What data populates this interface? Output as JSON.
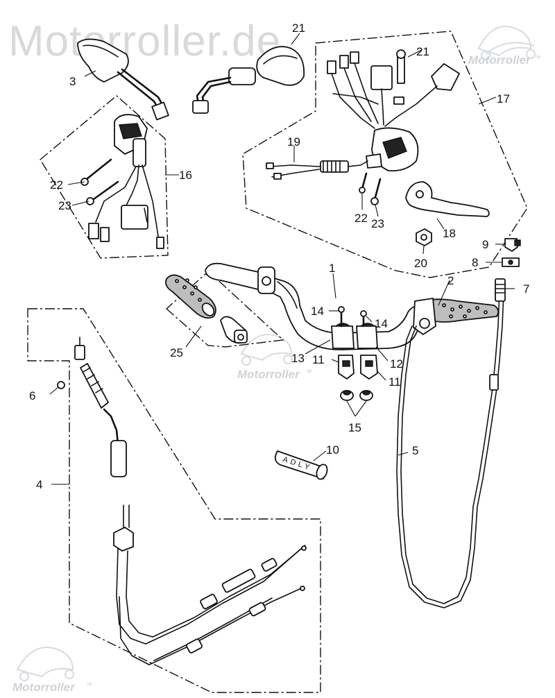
{
  "watermark": {
    "main": "Motorroller.de",
    "logo_text": "Motorroller",
    "logo_small": "de"
  },
  "grip_marking": "ADLY",
  "callouts": {
    "c1": "1",
    "c2": "2",
    "c3": "3",
    "c4": "4",
    "c5": "5",
    "c6": "6",
    "c7": "7",
    "c8": "8",
    "c9": "9",
    "c10": "10",
    "c11a": "11",
    "c11b": "11",
    "c12": "12",
    "c13": "13",
    "c14a": "14",
    "c14b": "14",
    "c15": "15",
    "c16": "16",
    "c17": "17",
    "c18": "18",
    "c19": "19",
    "c20": "20",
    "c21a": "21",
    "c21b": "21",
    "c22a": "22",
    "c22b": "22",
    "c23a": "23",
    "c23b": "23",
    "c25": "25"
  }
}
